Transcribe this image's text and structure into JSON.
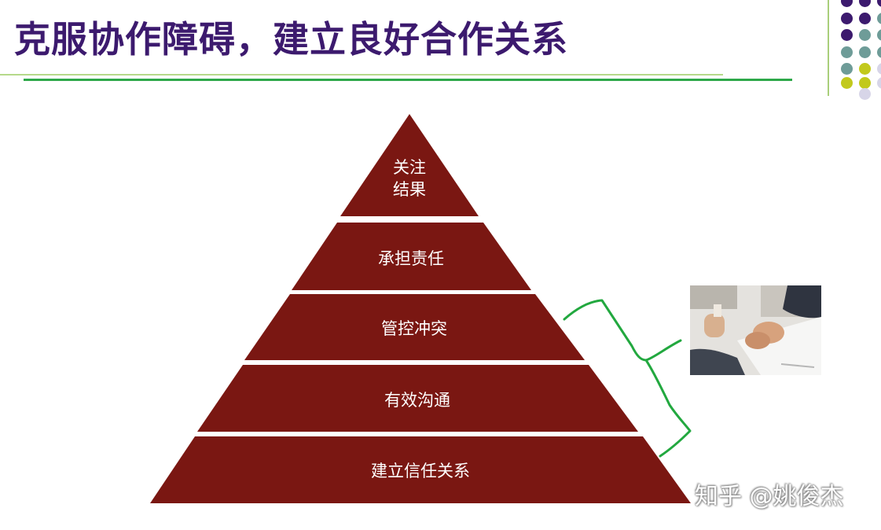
{
  "header": {
    "title": "克服协作障碍，建立良好合作关系"
  },
  "pyramid": {
    "fill_color": "#7a1712",
    "levels": [
      {
        "line1": "关注",
        "line2": "结果"
      },
      {
        "line1": "承担责任",
        "line2": ""
      },
      {
        "line1": "管控冲突",
        "line2": ""
      },
      {
        "line1": "有效沟通",
        "line2": ""
      },
      {
        "line1": "建立信任关系",
        "line2": ""
      }
    ]
  },
  "bracket": {
    "color": "#22a83f"
  },
  "image": {
    "subject": "handshake-photo"
  },
  "watermark": {
    "text": "知乎 @姚俊杰"
  },
  "decor": {
    "accent_line_color": "#2ea84a",
    "dot_colors": [
      "#3c1a6e",
      "#6e9c98",
      "#c2c91c",
      "#d7d5e8"
    ]
  }
}
